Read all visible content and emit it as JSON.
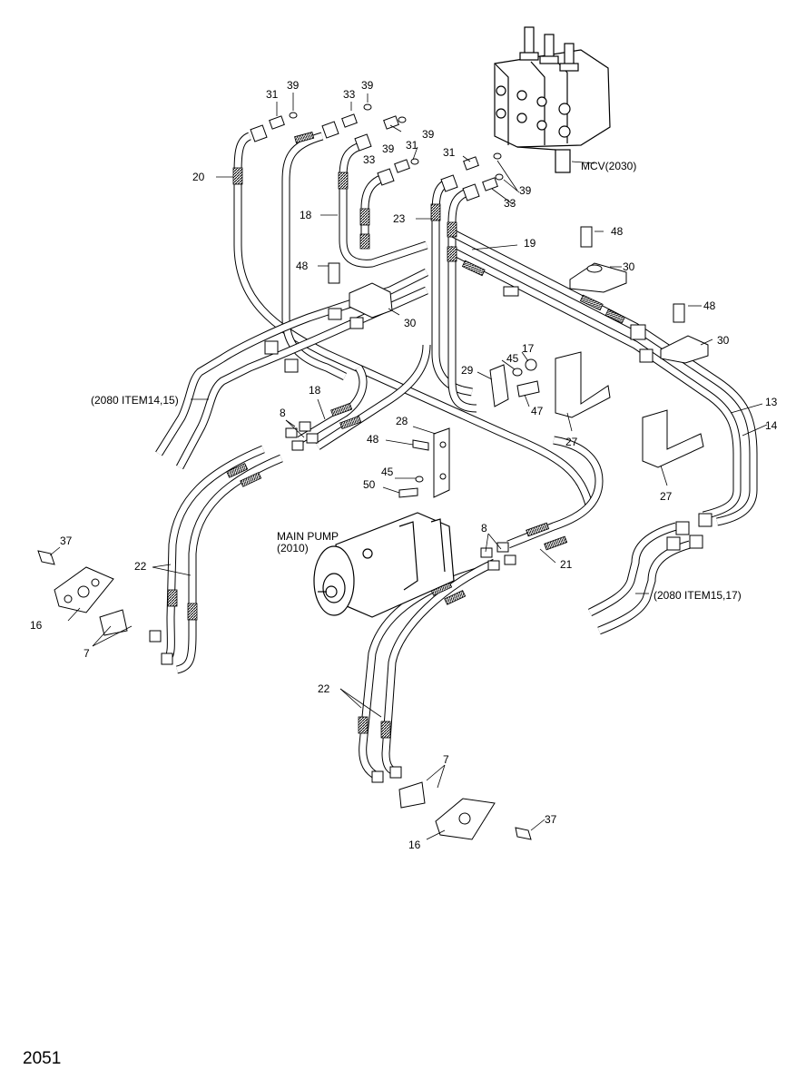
{
  "page_number": "2051",
  "references": {
    "mcv": "MCV(2030)",
    "main_pump_line1": "MAIN PUMP",
    "main_pump_line2": "(2010)",
    "item_left": "(2080 ITEM14,15)",
    "item_right": "(2080 ITEM15,17)"
  },
  "callouts": [
    {
      "id": "c31a",
      "text": "31"
    },
    {
      "id": "c39a",
      "text": "39"
    },
    {
      "id": "c33a",
      "text": "33"
    },
    {
      "id": "c39b",
      "text": "39"
    },
    {
      "id": "c39c",
      "text": "39"
    },
    {
      "id": "c31b",
      "text": "31"
    },
    {
      "id": "c33b",
      "text": "33"
    },
    {
      "id": "c39d",
      "text": "39"
    },
    {
      "id": "c31c",
      "text": "31"
    },
    {
      "id": "c39e",
      "text": "39"
    },
    {
      "id": "c33c",
      "text": "33"
    },
    {
      "id": "c20",
      "text": "20"
    },
    {
      "id": "c18a",
      "text": "18"
    },
    {
      "id": "c23",
      "text": "23"
    },
    {
      "id": "c19",
      "text": "19"
    },
    {
      "id": "c48a",
      "text": "48"
    },
    {
      "id": "c48b",
      "text": "48"
    },
    {
      "id": "c30a",
      "text": "30"
    },
    {
      "id": "c30b",
      "text": "30"
    },
    {
      "id": "c48c",
      "text": "48"
    },
    {
      "id": "c30c",
      "text": "30"
    },
    {
      "id": "c17",
      "text": "17"
    },
    {
      "id": "c45a",
      "text": "45"
    },
    {
      "id": "c29",
      "text": "29"
    },
    {
      "id": "c47",
      "text": "47"
    },
    {
      "id": "c18b",
      "text": "18"
    },
    {
      "id": "c8a",
      "text": "8"
    },
    {
      "id": "c28",
      "text": "28"
    },
    {
      "id": "c48d",
      "text": "48"
    },
    {
      "id": "c45b",
      "text": "45"
    },
    {
      "id": "c50",
      "text": "50"
    },
    {
      "id": "c27a",
      "text": "27"
    },
    {
      "id": "c13",
      "text": "13"
    },
    {
      "id": "c14",
      "text": "14"
    },
    {
      "id": "c27b",
      "text": "27"
    },
    {
      "id": "c37a",
      "text": "37"
    },
    {
      "id": "c22a",
      "text": "22"
    },
    {
      "id": "c16a",
      "text": "16"
    },
    {
      "id": "c7a",
      "text": "7"
    },
    {
      "id": "c8b",
      "text": "8"
    },
    {
      "id": "c21",
      "text": "21"
    },
    {
      "id": "c22b",
      "text": "22"
    },
    {
      "id": "c7b",
      "text": "7"
    },
    {
      "id": "c37b",
      "text": "37"
    },
    {
      "id": "c16b",
      "text": "16"
    }
  ]
}
